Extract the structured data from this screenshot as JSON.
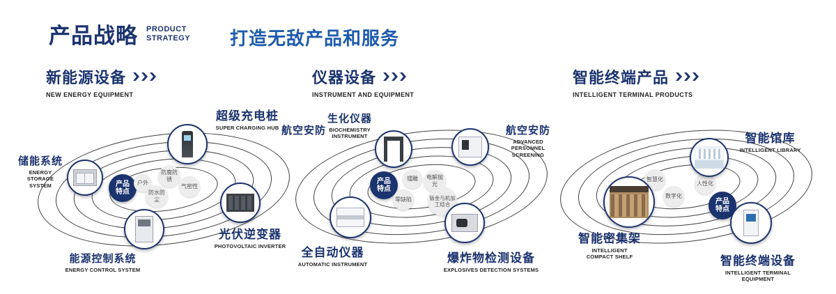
{
  "header": {
    "title_cn": "产品战略",
    "title_en_line1": "PRODUCT",
    "title_en_line2": "STRATEGY",
    "slogan": "打造无敌产品和服务"
  },
  "colors": {
    "navy": "#1b336e",
    "blue": "#1e5bad"
  },
  "sections": [
    {
      "title_cn": "新能源设备",
      "title_en": "NEW ENERGY EQUIPMENT",
      "badge_line1": "产品",
      "badge_line2": "特点",
      "features": [
        {
          "text": "户外"
        },
        {
          "text": "防腐防锈"
        },
        {
          "text": "气密性"
        },
        {
          "text": "防水防尘"
        }
      ],
      "items": [
        {
          "cn": "储能系统",
          "en": "ENERGY STORAGE SYSTEM"
        },
        {
          "cn": "超级充电桩",
          "en": "SUPER CHARGING HUB"
        },
        {
          "cn": "光伏逆变器",
          "en": "PHOTOVOLTAIC INVERTER"
        },
        {
          "cn": "能源控制系统",
          "en": "ENERGY CONTROL SYSTEM"
        }
      ]
    },
    {
      "title_cn": "仪器设备",
      "title_en": "INSTRUMENT AND EQUIPMENT",
      "badge_line1": "产品",
      "badge_line2": "特点",
      "features": [
        {
          "text": "镭雕"
        },
        {
          "text": "电解抛光"
        },
        {
          "text": "零缺陷"
        },
        {
          "text": "钣金与机加工结合"
        }
      ],
      "items": [
        {
          "cn": "航空安防",
          "en": ""
        },
        {
          "cn": "生化仪器",
          "en": "BIOCHEMISTRY INSTRUMENT"
        },
        {
          "cn": "航空安防",
          "en": "ADVANCED PERSONNEL SCREENING"
        },
        {
          "cn": "全自动仪器",
          "en": "AUTOMATIC INSTRUMENT"
        },
        {
          "cn": "爆炸物检测设备",
          "en": "EXPLOSIVES DETECTION SYSTEMS"
        }
      ]
    },
    {
      "title_cn": "智能终端产品",
      "title_en": "INTELLIGENT TERMINAL PRODUCTS",
      "badge_line1": "产品",
      "badge_line2": "特点",
      "features": [
        {
          "text": "智慧化"
        },
        {
          "text": "人性化"
        },
        {
          "text": "数字化"
        }
      ],
      "items": [
        {
          "cn": "智能馆库",
          "en": "INTELLIGENT LIBRARY"
        },
        {
          "cn": "智能密集架",
          "en": "INTELLIGENT COMPACT SHELF"
        },
        {
          "cn": "智能终端设备",
          "en": "INTELLIGENT TERMINAL EQUIPMENT"
        }
      ]
    }
  ]
}
